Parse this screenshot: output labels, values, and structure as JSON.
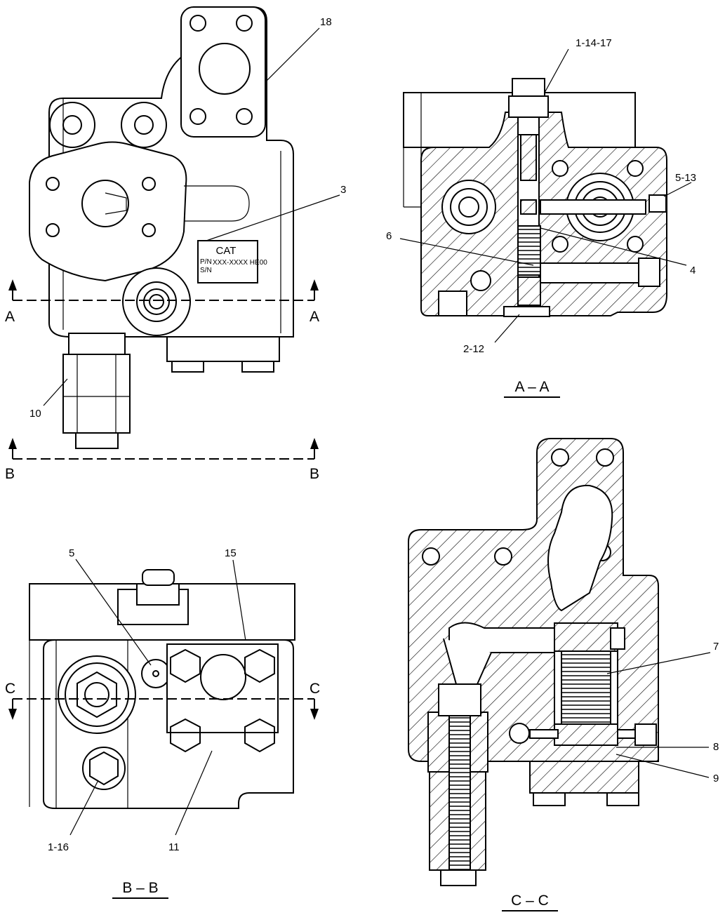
{
  "views": {
    "top": {
      "plate": {
        "brand": "CAT",
        "pn_label": "P/N",
        "sn_label": "S/N",
        "pn_value": "XXX-XXXX HE00"
      },
      "callouts": [
        "18",
        "3",
        "10"
      ],
      "section_marks": {
        "a_left": "A",
        "a_right": "A",
        "b_left": "B",
        "b_right": "B"
      }
    },
    "section_aa": {
      "title": "A – A",
      "callouts": [
        "1-14-17",
        "5-13",
        "6",
        "4",
        "2-12"
      ]
    },
    "section_bb": {
      "title": "B – B",
      "callouts": [
        "5",
        "15",
        "1-16",
        "11"
      ],
      "section_marks": {
        "c_left": "C",
        "c_right": "C"
      }
    },
    "section_cc": {
      "title": "C – C",
      "callouts": [
        "7",
        "8",
        "9"
      ]
    }
  }
}
